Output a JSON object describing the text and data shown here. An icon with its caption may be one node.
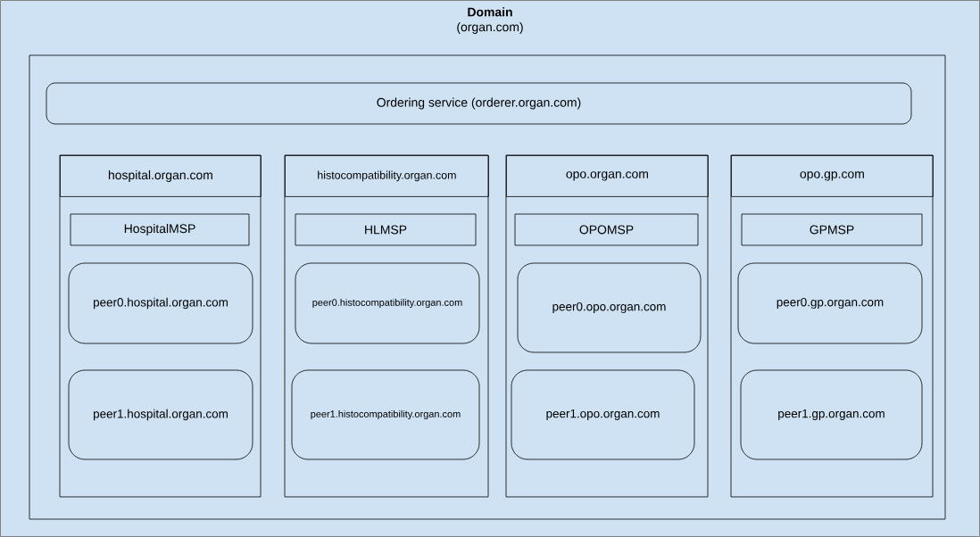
{
  "diagram": {
    "nodes": [
      {
        "text": [
          "Domain",
          "(organ.com)"
        ]
      },
      {
        "text": [],
        "shape": "box",
        "in": 0
      },
      {
        "text": [
          "Ordering service (orderer.organ.com)"
        ],
        "in": 1
      },
      {
        "text": [
          "hospital.organ.com"
        ],
        "in": 1
      },
      {
        "text": [
          "HospitalMSP"
        ],
        "in": 3
      },
      {
        "text": [
          "peer0.hospital.organ.com"
        ],
        "in": 3
      },
      {
        "text": [
          "peer1.hospital.organ.com"
        ],
        "in": 3
      },
      {
        "text": [
          "histocompatibility.organ.com"
        ],
        "in": 1
      },
      {
        "text": [
          "HLMSP"
        ],
        "in": 7
      },
      {
        "text": [
          "peer0.histocompatibility.organ.com"
        ],
        "in": 7
      },
      {
        "text": [
          "peer1.histocompatibility.organ.com"
        ],
        "in": 7
      },
      {
        "text": [
          "opo.organ.com"
        ],
        "in": 1
      },
      {
        "text": [
          "OPOMSP"
        ],
        "in": 11
      },
      {
        "text": [
          "peer0.opo.organ.com"
        ],
        "in": 11
      },
      {
        "text": [
          "peer1.opo.organ.com"
        ],
        "in": 11
      },
      {
        "text": [
          "opo.gp.com"
        ],
        "in": 1
      },
      {
        "text": [
          "GPMSP"
        ],
        "in": 15
      },
      {
        "text": [
          "peer0.gp.organ.com"
        ],
        "in": 15
      },
      {
        "text": [
          "peer1.gp.organ.com"
        ],
        "in": 15
      }
    ]
  }
}
